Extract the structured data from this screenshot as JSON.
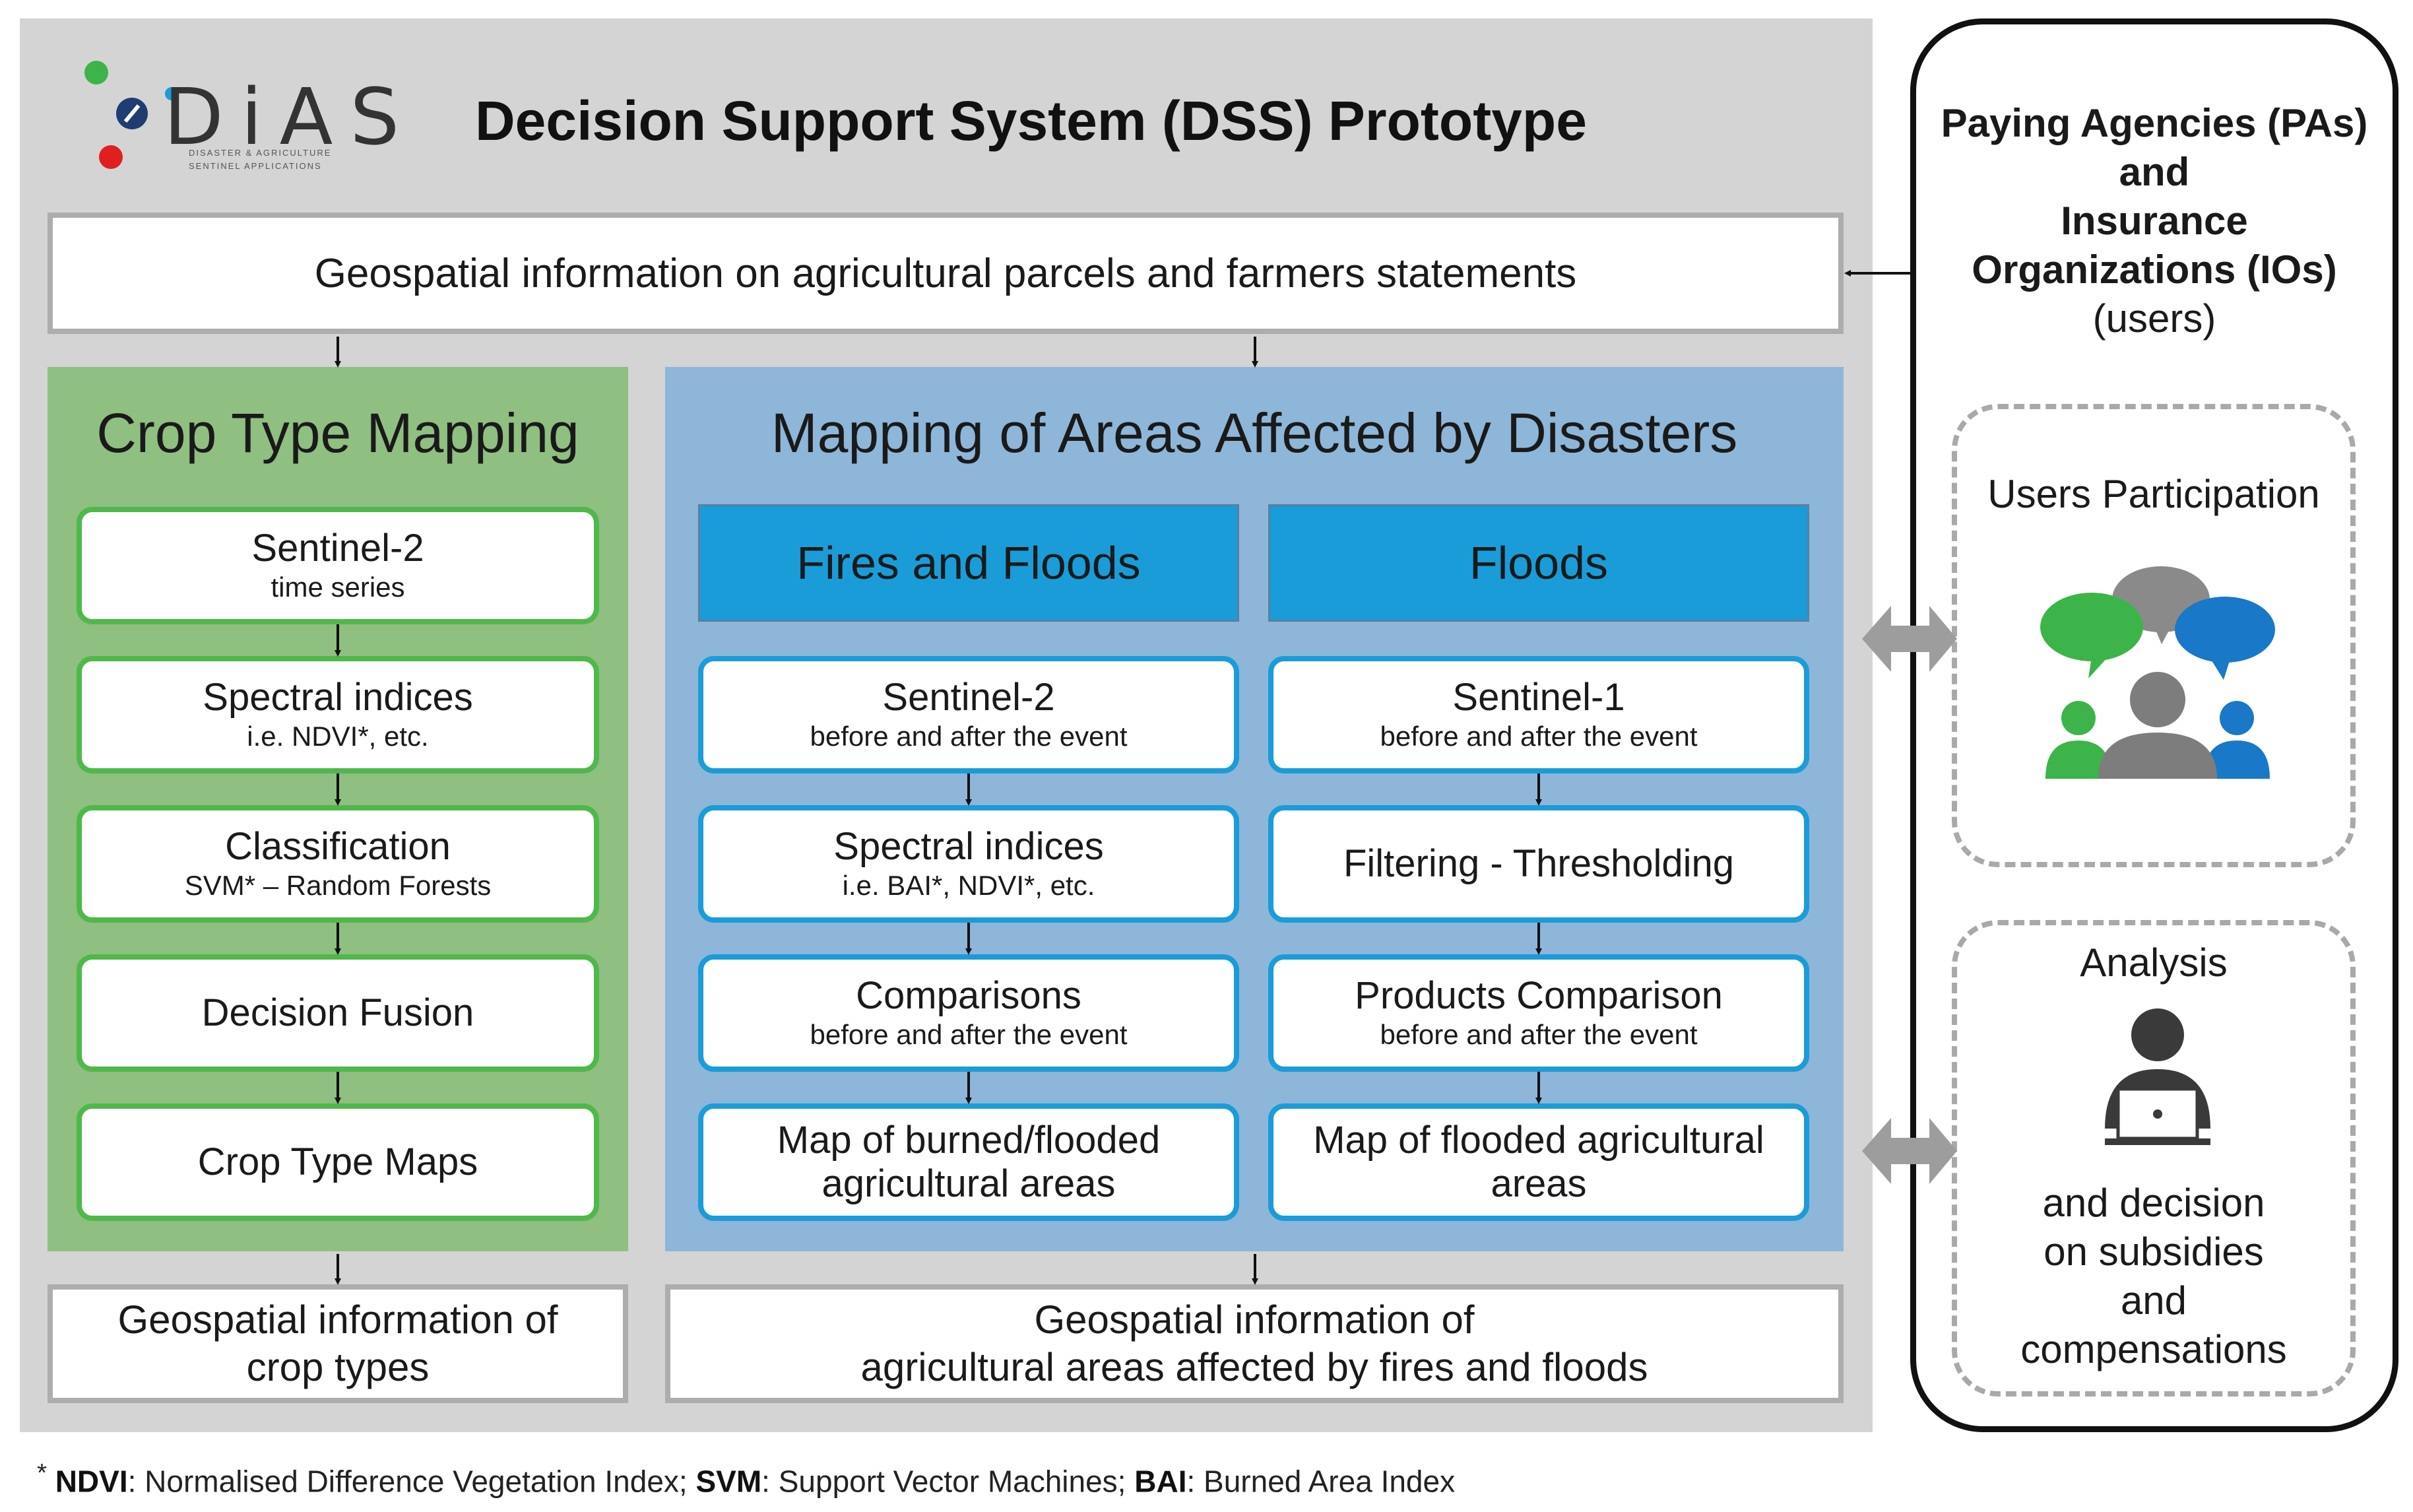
{
  "logo": {
    "text": "DiAS",
    "subtitle": "DISASTER & AGRICULTURE SENTINEL APPLICATIONS"
  },
  "title": "Decision Support System (DSS) Prototype",
  "geo_top": "Geospatial information on agricultural parcels and farmers statements",
  "crop": {
    "title": "Crop Type Mapping",
    "steps": [
      {
        "main": "Sentinel-2",
        "sub": "time series"
      },
      {
        "main": "Spectral indices",
        "sub": "i.e. NDVI*, etc."
      },
      {
        "main": "Classification",
        "sub": "SVM* – Random Forests"
      },
      {
        "main": "Decision Fusion",
        "sub": ""
      },
      {
        "main": "Crop Type Maps",
        "sub": ""
      }
    ],
    "output_line1": "Geospatial information of",
    "output_line2": "crop types"
  },
  "disasters": {
    "title": "Mapping of Areas Affected by Disasters",
    "col1": {
      "header": "Fires and Floods",
      "steps": [
        {
          "main": "Sentinel-2",
          "sub": "before and after the event"
        },
        {
          "main": "Spectral indices",
          "sub": "i.e. BAI*, NDVI*, etc."
        },
        {
          "main": "Comparisons",
          "sub": "before and after the event"
        },
        {
          "main": "Map of burned/flooded",
          "main2": "agricultural areas"
        }
      ]
    },
    "col2": {
      "header": "Floods",
      "steps": [
        {
          "main": "Sentinel-1",
          "sub": "before and after the event"
        },
        {
          "main": "Filtering - Thresholding",
          "sub": ""
        },
        {
          "main": "Products Comparison",
          "sub": "before and after the event"
        },
        {
          "main": "Map of flooded agricultural",
          "main2": "areas"
        }
      ]
    },
    "output_line1": "Geospatial information of",
    "output_line2": "agricultural areas affected by fires and floods"
  },
  "users": {
    "title_line1": "Paying Agencies (PAs)",
    "title_line2": "and",
    "title_line3": "Insurance",
    "title_line4": "Organizations (IOs)",
    "title_line5": "(users)",
    "participation": "Users Participation",
    "analysis": "Analysis",
    "decision_line1": "and decision",
    "decision_line2": "on subsidies",
    "decision_line3": "and",
    "decision_line4": "compensations"
  },
  "footnote": {
    "marker": "*",
    "t1": "NDVI",
    "d1": ": Normalised Difference Vegetation Index; ",
    "t2": "SVM",
    "d2": ": Support Vector Machines; ",
    "t3": "BAI",
    "d3": ": Burned Area Index"
  },
  "colors": {
    "green": "#4fb84a",
    "green_panel": "#8fbf81",
    "blue": "#1a9cd8",
    "blue_panel": "#8db6d9",
    "gray_panel": "#d4d4d4"
  }
}
